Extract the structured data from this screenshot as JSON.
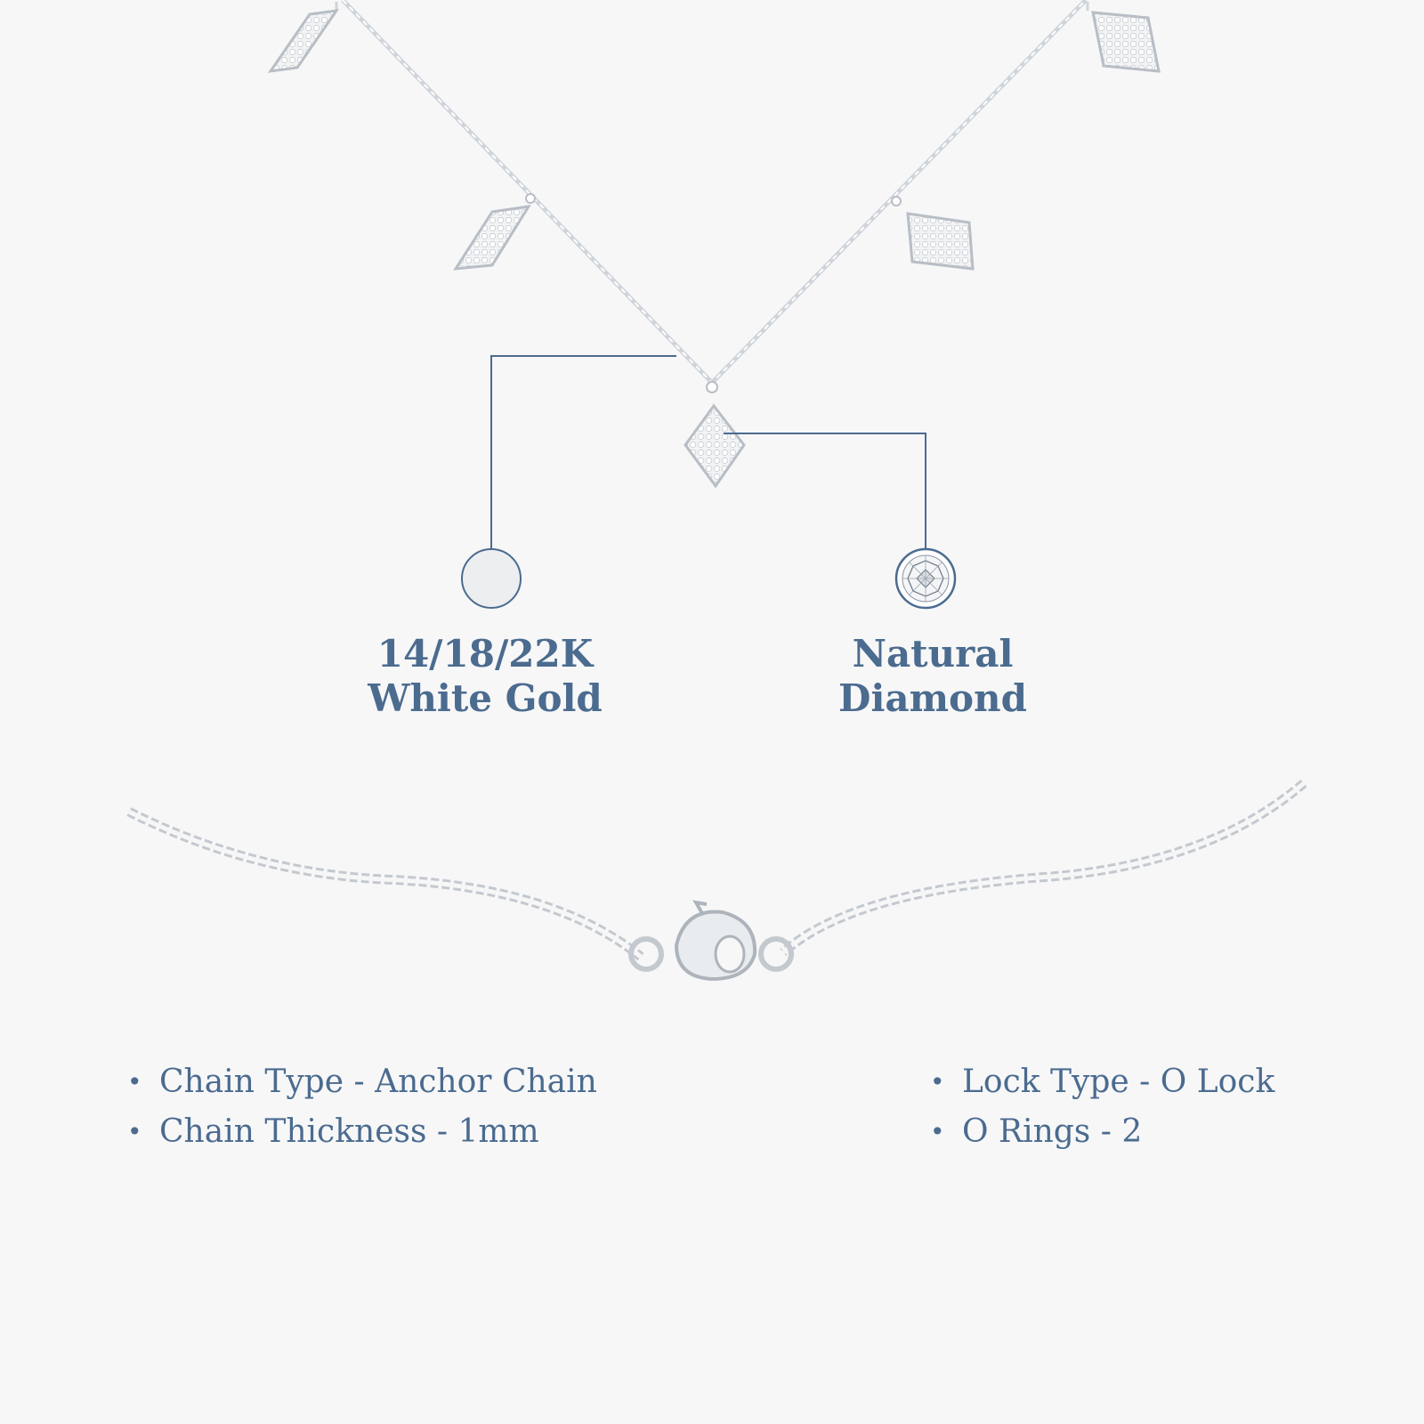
{
  "colors": {
    "background": "#f7f7f8",
    "accent": "#4b6b8f",
    "metal": "#d3d7dc",
    "metal_dark": "#aeb4bb"
  },
  "icons": {
    "material": "white-gold-swatch-icon",
    "stone": "round-diamond-icon"
  },
  "materials": {
    "metal_line1": "14/18/22K",
    "metal_line2": "White Gold",
    "stone_line1": "Natural",
    "stone_line2": "Diamond"
  },
  "specs": {
    "left": [
      {
        "text": "Chain Type - Anchor Chain"
      },
      {
        "text": "Chain Thickness - 1mm"
      }
    ],
    "right": [
      {
        "text": "Lock Type - O Lock"
      },
      {
        "text": "O Rings - 2"
      }
    ]
  }
}
